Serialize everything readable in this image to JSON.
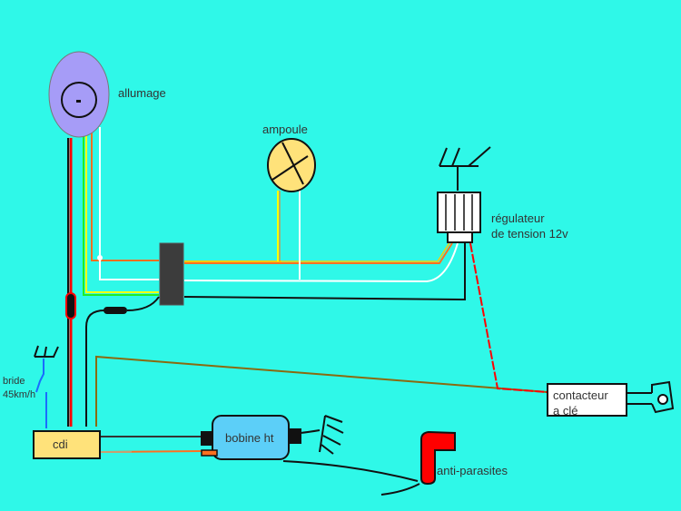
{
  "diagram": {
    "background": "#2ff8e8",
    "components": {
      "ignition": {
        "label": "allumage",
        "color": "#a69cf7"
      },
      "bulb": {
        "label": "ampoule",
        "color": "#ffe27a"
      },
      "regulator": {
        "label_line1": "régulateur",
        "label_line2": "de tension 12v"
      },
      "cdi": {
        "label": "cdi",
        "color": "#ffe27a"
      },
      "coil": {
        "label": "bobine ht",
        "color": "#5ccff8"
      },
      "spark_cap": {
        "label": "anti-parasites",
        "color": "#ff0000"
      },
      "key_switch": {
        "label_line1": "contacteur",
        "label_line2": "a clé"
      },
      "restrictor": {
        "label_line1": "bride",
        "label_line2": "45km/h"
      }
    },
    "wire_colors": {
      "red": "#ff0000",
      "black": "#111111",
      "yellow": "#ffff00",
      "green": "#22ee22",
      "orange": "#ff7020",
      "white": "#ffffff",
      "brown": "#8a6a10",
      "blue": "#1a6cff"
    }
  }
}
